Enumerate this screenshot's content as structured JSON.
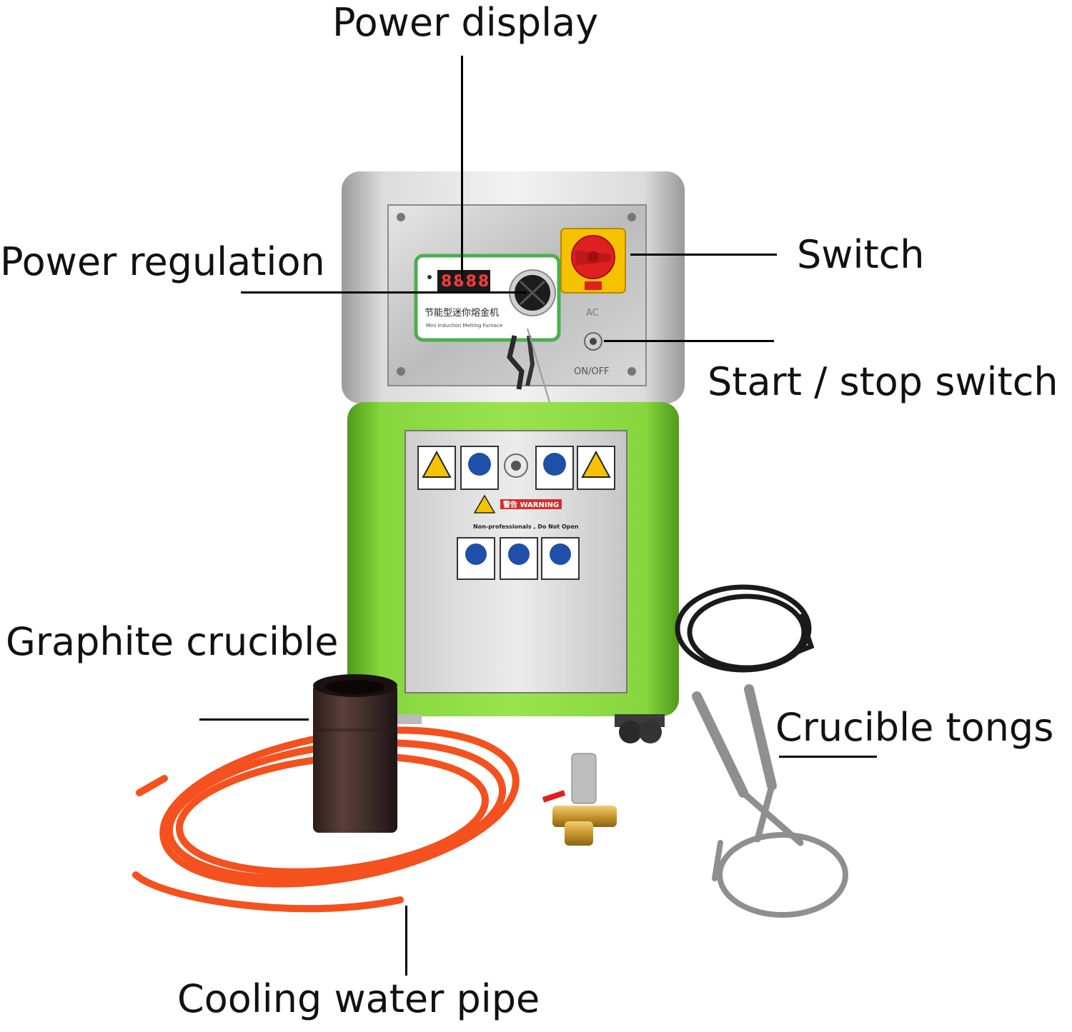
{
  "labels": {
    "power_display": "Power display",
    "power_regulation": "Power regulation",
    "switch": "Switch",
    "start_stop_switch": "Start / stop switch",
    "graphite_crucible": "Graphite crucible",
    "crucible_tongs": "Crucible tongs",
    "cooling_water_pipe": "Cooling water pipe"
  },
  "device": {
    "display_digits": "8888",
    "panel_title_cn": "节能型迷你熔金机",
    "panel_title_en": "Mini Induction Melting Furnace",
    "onoff_text": "ON/OFF",
    "ac_text": "AC",
    "warning_text": "警告 WARNING",
    "warning_note": "Non-professionals , Do Not Open"
  },
  "colors": {
    "furnace_green": "#7ccd3a",
    "panel_grey": "#c8c8c8",
    "hose_orange": "#f4511e",
    "switch_yellow": "#f6c200",
    "switch_red": "#e02020"
  }
}
